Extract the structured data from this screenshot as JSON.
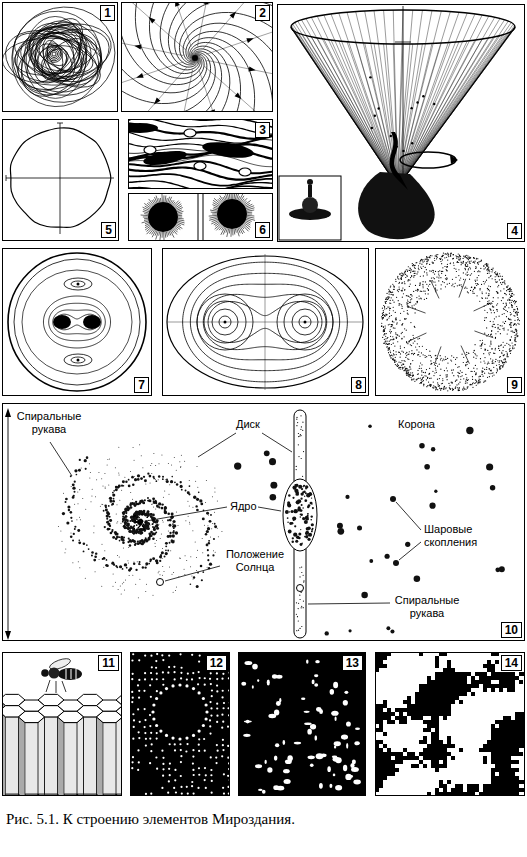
{
  "diagram": {
    "caption": "Рис. 5.1. К строению элементов Мироздания.",
    "nodes": [
      {
        "text": [
          "1"
        ]
      },
      {
        "text": [
          "2"
        ]
      },
      {
        "text": [
          "4"
        ]
      },
      {
        "text": [
          "5"
        ]
      },
      {
        "text": [
          "3"
        ]
      },
      {
        "text": [
          "6"
        ]
      },
      {
        "text": [
          "7"
        ]
      },
      {
        "text": [
          "8"
        ]
      },
      {
        "text": [
          "9"
        ]
      },
      {
        "text": [
          "10"
        ]
      },
      {
        "text": [
          "11"
        ]
      },
      {
        "text": [
          "12"
        ]
      },
      {
        "text": [
          "13"
        ]
      },
      {
        "text": [
          "14"
        ]
      }
    ],
    "labels": [
      "Спиральные рукава",
      "Диск",
      "Ядро",
      "Положение Солнца",
      "Корона",
      "Шаровые скопления",
      "Спиральные рукава"
    ]
  }
}
